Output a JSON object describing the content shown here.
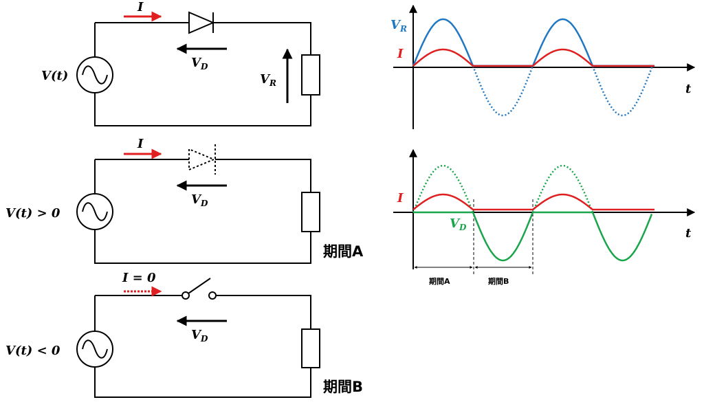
{
  "colors": {
    "wire": "#000000",
    "current": "#e02020",
    "vr": "#1f78c1",
    "vd": "#19a64a"
  },
  "circuit1": {
    "current_label": "I",
    "vd_label": "V",
    "vd_sub": "D",
    "vr_label": "V",
    "vr_sub": "R",
    "source_label": "V(t)"
  },
  "circuit2": {
    "current_label": "I",
    "vd_label": "V",
    "vd_sub": "D",
    "source_label": "V(t) > 0",
    "period_label": "期間A"
  },
  "circuit3": {
    "current_label": "I = 0",
    "vd_label": "V",
    "vd_sub": "D",
    "source_label": "V(t) < 0",
    "period_label": "期間B"
  },
  "graph1": {
    "vr_label": "V",
    "vr_sub": "R",
    "i_label": "I",
    "t_label": "t"
  },
  "graph2": {
    "i_label": "I",
    "vd_label": "V",
    "vd_sub": "D",
    "t_label": "t",
    "period_a": "期間A",
    "period_b": "期間B"
  }
}
